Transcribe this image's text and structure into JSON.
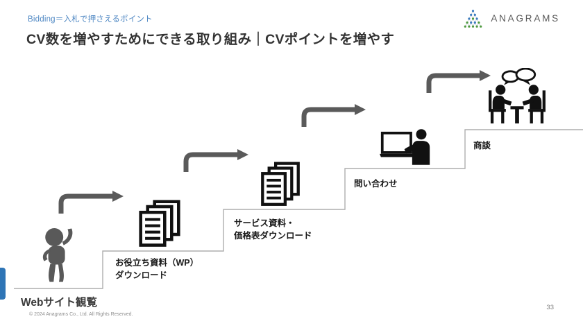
{
  "header": {
    "kicker": "Bidding＝入札で押さえるポイント",
    "title": "CV数を増やすためにできる取り組み｜CVポイントを増やす",
    "brand": "ANAGRAMS"
  },
  "colors": {
    "kicker_blue": "#4e87c3",
    "title_dark": "#333333",
    "accent_bar_blue": "#2e75b6",
    "arrow_gray": "#5a5a5a",
    "stair_line_gray": "#adadad",
    "person_gray": "#595959",
    "icon_black": "#111111",
    "logo_blue": "#3a7bbf",
    "logo_green": "#4e9a3e"
  },
  "funnel": {
    "type": "staircase-diagram",
    "description": "CV points shown as ascending stairs from website browsing to business meeting",
    "stages": [
      {
        "label": "Webサイト観覧",
        "icon": "thinking-person-icon"
      },
      {
        "label": "お役立ち資料（WP）\nダウンロード",
        "icon": "documents-icon"
      },
      {
        "label": "サービス資料・\n価格表ダウンロード",
        "icon": "documents-icon"
      },
      {
        "label": "問い合わせ",
        "icon": "contact-person-laptop-icon"
      },
      {
        "label": "商談",
        "icon": "business-meeting-icon"
      }
    ]
  },
  "footer": {
    "copyright": "© 2024 Anagrams Co., Ltd. All Rights Reserved.",
    "page_number": "33"
  }
}
